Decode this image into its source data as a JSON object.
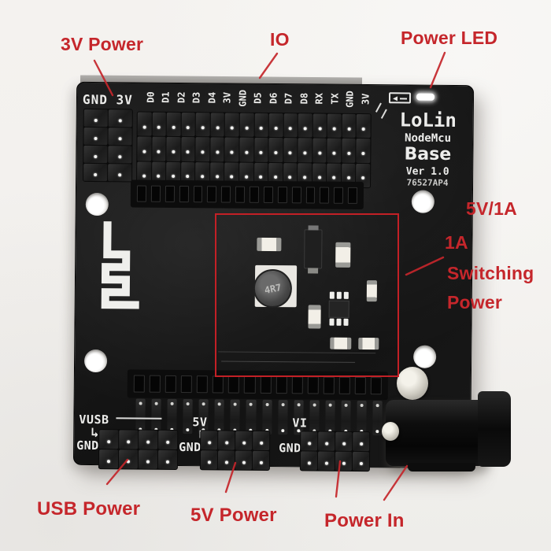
{
  "colors": {
    "annotation_red": "#c5262b",
    "outline_red": "#c32026",
    "board_black": "#161616",
    "silkscreen_white": "#ededeb",
    "background": "#f2f0ed"
  },
  "annotations": {
    "three_v_power": "3V Power",
    "io": "IO",
    "power_led": "Power LED",
    "five_v_one_a": "5V/1A",
    "one_a": "1A",
    "switching": "Switching",
    "power": "Power",
    "usb_power": "USB Power",
    "five_v_power": "5V Power",
    "power_in": "Power In"
  },
  "board": {
    "top_rail_label": "GND 3V",
    "io_pin_labels": [
      "D0",
      "D1",
      "D2",
      "D3",
      "D4",
      "3V",
      "GND",
      "D5",
      "D6",
      "D7",
      "D8",
      "RX",
      "TX",
      "GND",
      "3V"
    ],
    "brand": {
      "line1": "LoLin",
      "line2": "NodeMcu",
      "line3": "Base",
      "line4": "Ver 1.0",
      "line5": "76527AP4"
    },
    "inductor_marking": "4R7",
    "hook_arrow": "↳",
    "bottom_rails": [
      {
        "rail": "VUSB",
        "gnd": "GND"
      },
      {
        "rail": "5V",
        "gnd": "GND"
      },
      {
        "rail": "VI",
        "gnd": "GND"
      }
    ]
  }
}
